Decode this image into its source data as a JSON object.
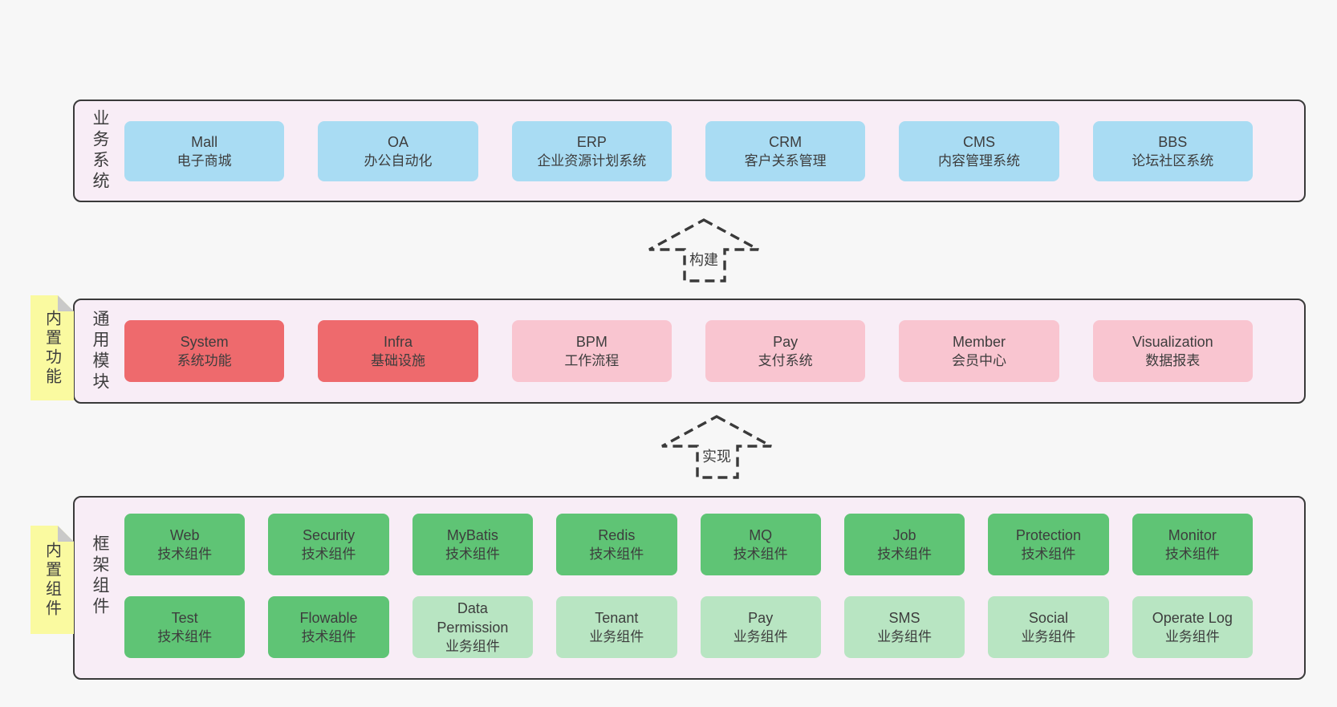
{
  "colors": {
    "page_background": "#f7f7f7",
    "panel_background": "#f8edf6",
    "panel_border": "#3a3a3a",
    "business_box": "#a9dcf3",
    "module_core_box": "#ee6a6d",
    "module_box": "#f9c5d0",
    "tech_component_box": "#5fc475",
    "biz_component_box": "#b8e5c2",
    "sticky_note": "#fafaa0",
    "note_fold": "#c9c9c9",
    "text": "#3d3d3d"
  },
  "sections": {
    "business": {
      "label": "业务系统",
      "items": [
        {
          "title": "Mall",
          "subtitle": "电子商城",
          "variant": "blue"
        },
        {
          "title": "OA",
          "subtitle": "办公自动化",
          "variant": "blue"
        },
        {
          "title": "ERP",
          "subtitle": "企业资源计划系统",
          "variant": "blue"
        },
        {
          "title": "CRM",
          "subtitle": "客户关系管理",
          "variant": "blue"
        },
        {
          "title": "CMS",
          "subtitle": "内容管理系统",
          "variant": "blue"
        },
        {
          "title": "BBS",
          "subtitle": "论坛社区系统",
          "variant": "blue"
        }
      ]
    },
    "build_arrow": {
      "label": "构建"
    },
    "modules": {
      "note": "内置功能",
      "label": "通用模块",
      "items": [
        {
          "title": "System",
          "subtitle": "系统功能",
          "variant": "red"
        },
        {
          "title": "Infra",
          "subtitle": "基础设施",
          "variant": "red"
        },
        {
          "title": "BPM",
          "subtitle": "工作流程",
          "variant": "pink"
        },
        {
          "title": "Pay",
          "subtitle": "支付系统",
          "variant": "pink"
        },
        {
          "title": "Member",
          "subtitle": "会员中心",
          "variant": "pink"
        },
        {
          "title": "Visualization",
          "subtitle": "数据报表",
          "variant": "pink"
        }
      ]
    },
    "implement_arrow": {
      "label": "实现"
    },
    "components": {
      "note": "内置组件",
      "label": "框架组件",
      "rows": [
        [
          {
            "title": "Web",
            "subtitle": "技术组件",
            "variant": "green"
          },
          {
            "title": "Security",
            "subtitle": "技术组件",
            "variant": "green"
          },
          {
            "title": "MyBatis",
            "subtitle": "技术组件",
            "variant": "green"
          },
          {
            "title": "Redis",
            "subtitle": "技术组件",
            "variant": "green"
          },
          {
            "title": "MQ",
            "subtitle": "技术组件",
            "variant": "green"
          },
          {
            "title": "Job",
            "subtitle": "技术组件",
            "variant": "green"
          },
          {
            "title": "Protection",
            "subtitle": "技术组件",
            "variant": "green"
          },
          {
            "title": "Monitor",
            "subtitle": "技术组件",
            "variant": "green"
          }
        ],
        [
          {
            "title": "Test",
            "subtitle": "技术组件",
            "variant": "green"
          },
          {
            "title": "Flowable",
            "subtitle": "技术组件",
            "variant": "green"
          },
          {
            "title": "Data Permission",
            "subtitle": "业务组件",
            "variant": "lightgreen"
          },
          {
            "title": "Tenant",
            "subtitle": "业务组件",
            "variant": "lightgreen"
          },
          {
            "title": "Pay",
            "subtitle": "业务组件",
            "variant": "lightgreen"
          },
          {
            "title": "SMS",
            "subtitle": "业务组件",
            "variant": "lightgreen"
          },
          {
            "title": "Social",
            "subtitle": "业务组件",
            "variant": "lightgreen"
          },
          {
            "title": "Operate Log",
            "subtitle": "业务组件",
            "variant": "lightgreen"
          }
        ]
      ]
    }
  }
}
